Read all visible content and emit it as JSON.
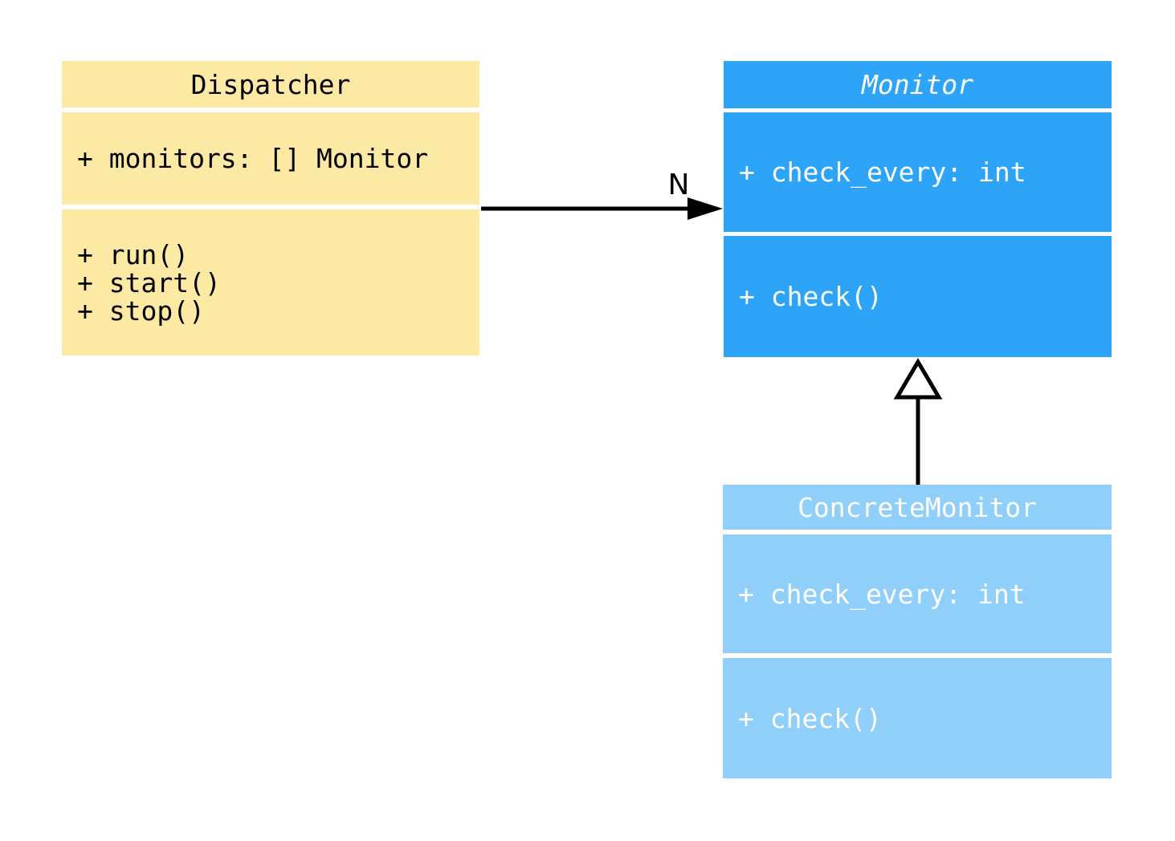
{
  "diagram": {
    "kind": "uml-class-diagram",
    "background": "#ffffff",
    "edge_color": "#000000"
  },
  "classes": [
    {
      "name": "Dispatcher",
      "abstract": false,
      "fill": "#FCE9A3",
      "text_color": "#000000",
      "attributes": [
        "+ monitors: [] Monitor"
      ],
      "methods": [
        "+ run()",
        "+ start()",
        "+ stop()"
      ]
    },
    {
      "name": "Monitor",
      "abstract": true,
      "fill": "#2EA4F8",
      "text_color": "#FFFFFF",
      "attributes": [
        "+ check_every: int"
      ],
      "methods": [
        "+ check()"
      ]
    },
    {
      "name": "ConcreteMonitor",
      "abstract": false,
      "fill": "#90CFF9",
      "text_color": "#FFFFFF",
      "attributes": [
        "+ check_every: int"
      ],
      "methods": [
        "+ check()"
      ]
    }
  ],
  "relationships": [
    {
      "type": "association",
      "from": "Dispatcher",
      "to": "Monitor",
      "label": "N"
    },
    {
      "type": "inheritance",
      "from": "ConcreteMonitor",
      "to": "Monitor",
      "label": ""
    }
  ]
}
